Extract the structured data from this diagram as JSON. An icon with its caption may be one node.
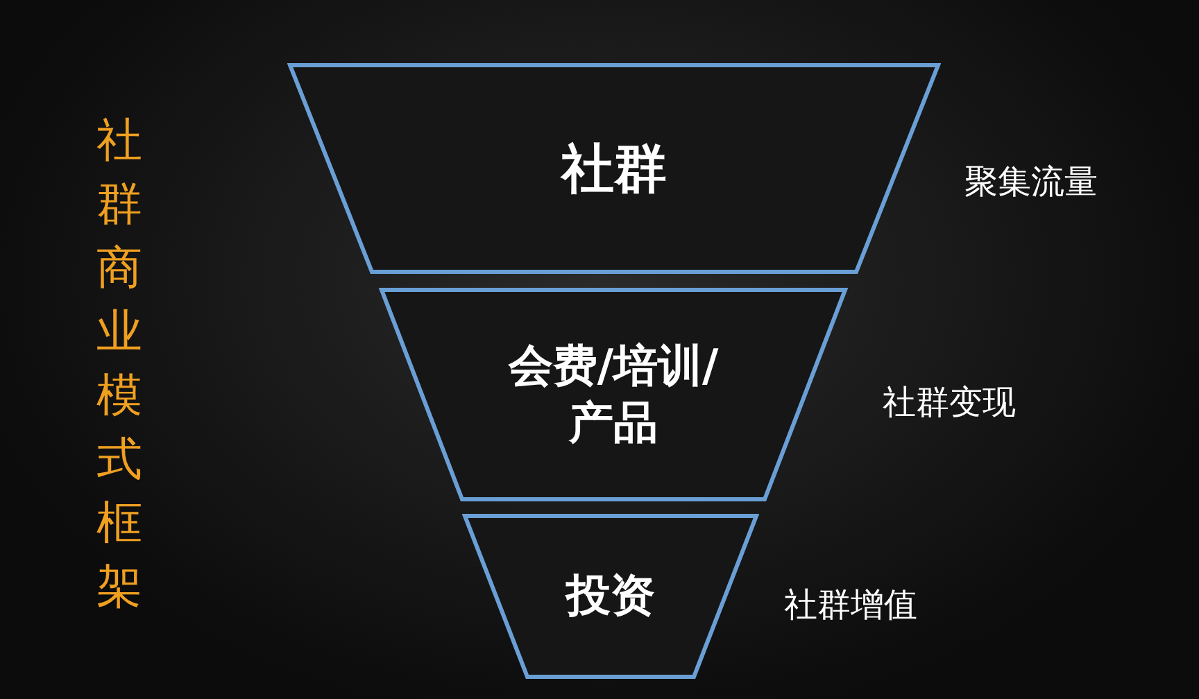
{
  "diagram": {
    "title": "社群商业模式框架",
    "nodes": [
      {
        "text": [
          "社群"
        ],
        "beside": [
          "聚集流量"
        ]
      },
      {
        "text": [
          "会费/培训/产品"
        ],
        "beside": [
          "社群变现"
        ]
      },
      {
        "text": [
          "投资"
        ],
        "beside": [
          "社群增值"
        ]
      }
    ]
  }
}
